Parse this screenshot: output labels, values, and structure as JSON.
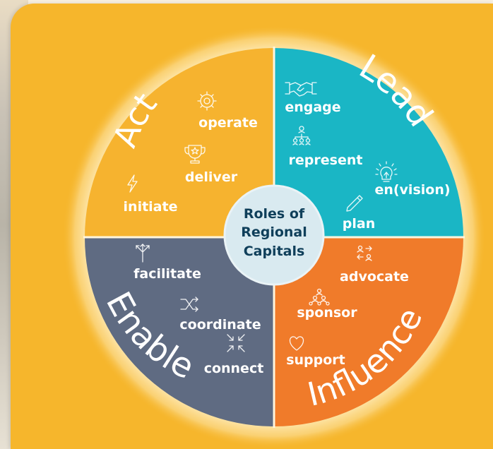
{
  "center": {
    "line1": "Roles of",
    "line2": "Regional",
    "line3": "Capitals"
  },
  "quadrants": {
    "act": {
      "title": "Act",
      "color": "#f6b32f",
      "items": {
        "operate": "operate",
        "deliver": "deliver",
        "initiate": "initiate"
      },
      "icons": [
        "gear-icon",
        "trophy-icon",
        "lightning-icon"
      ]
    },
    "lead": {
      "title": "Lead",
      "color": "#1ab6c5",
      "items": {
        "engage": "engage",
        "represent": "represent",
        "envision": "en(vision)",
        "plan": "plan"
      },
      "icons": [
        "handshake-icon",
        "hierarchy-icon",
        "lightbulb-icon",
        "pencil-icon"
      ]
    },
    "enable": {
      "title": "Enable",
      "color": "#5f6b82",
      "items": {
        "facilitate": "facilitate",
        "coordinate": "coordinate",
        "connect": "connect"
      },
      "icons": [
        "arrows-split-icon",
        "shuffle-icon",
        "arrows-inward-icon"
      ]
    },
    "influence": {
      "title": "Influence",
      "color": "#f07b2a",
      "items": {
        "advocate": "advocate",
        "sponsor": "sponsor",
        "support": "support"
      },
      "icons": [
        "people-exchange-icon",
        "people-group-icon",
        "heart-icon"
      ]
    }
  },
  "center_color": "#d9eaf0",
  "text_color": "#0f3f5a"
}
